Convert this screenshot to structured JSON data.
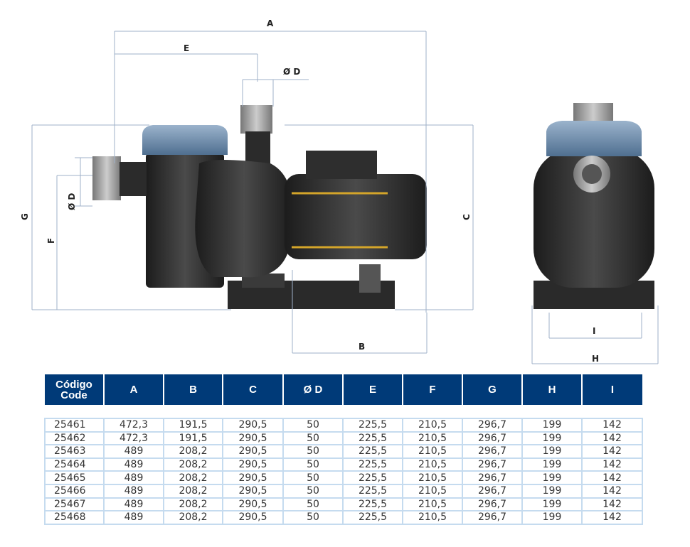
{
  "dimension_labels": {
    "A": "A",
    "B": "B",
    "C": "C",
    "D_top": "Ø D",
    "D_side": "Ø D",
    "E": "E",
    "F": "F",
    "G": "G",
    "H": "H",
    "I": "I"
  },
  "table": {
    "headers": {
      "code_es": "Código",
      "code_en": "Code",
      "cols": [
        "A",
        "B",
        "C",
        "Ø D",
        "E",
        "F",
        "G",
        "H",
        "I"
      ]
    },
    "rows": [
      [
        "25461",
        "472,3",
        "191,5",
        "290,5",
        "50",
        "225,5",
        "210,5",
        "296,7",
        "199",
        "142"
      ],
      [
        "25462",
        "472,3",
        "191,5",
        "290,5",
        "50",
        "225,5",
        "210,5",
        "296,7",
        "199",
        "142"
      ],
      [
        "25463",
        "489",
        "208,2",
        "290,5",
        "50",
        "225,5",
        "210,5",
        "296,7",
        "199",
        "142"
      ],
      [
        "25464",
        "489",
        "208,2",
        "290,5",
        "50",
        "225,5",
        "210,5",
        "296,7",
        "199",
        "142"
      ],
      [
        "25465",
        "489",
        "208,2",
        "290,5",
        "50",
        "225,5",
        "210,5",
        "296,7",
        "199",
        "142"
      ],
      [
        "25466",
        "489",
        "208,2",
        "290,5",
        "50",
        "225,5",
        "210,5",
        "296,7",
        "199",
        "142"
      ],
      [
        "25467",
        "489",
        "208,2",
        "290,5",
        "50",
        "225,5",
        "210,5",
        "296,7",
        "199",
        "142"
      ],
      [
        "25468",
        "489",
        "208,2",
        "290,5",
        "50",
        "225,5",
        "210,5",
        "296,7",
        "199",
        "142"
      ]
    ]
  },
  "colors": {
    "header_bg": "#003a78",
    "grid": "#c5dbef",
    "lid": "#6f8fae"
  }
}
